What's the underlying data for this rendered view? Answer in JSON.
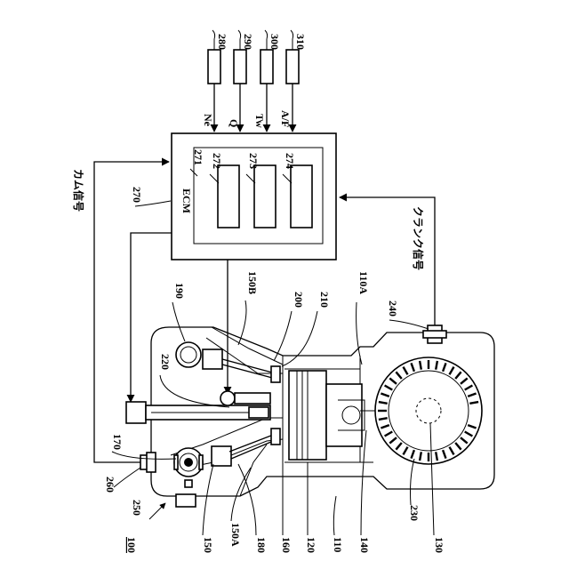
{
  "labels": {
    "sensor_280": "280",
    "sensor_290": "290",
    "sensor_300": "300",
    "sensor_310": "310",
    "sig_ne": "Ne",
    "sig_q": "Q",
    "sig_tw": "Tw",
    "sig_af": "A/F",
    "ecm_block": "271",
    "ecm_272": "272",
    "ecm_273": "273",
    "ecm_274": "274",
    "ecm_text": "ECM",
    "ecm_ref": "270",
    "cam_signal": "カム信号",
    "crank_signal": "クランク信号",
    "ref_190": "190",
    "ref_150b": "150B",
    "ref_200": "200",
    "ref_210": "210",
    "ref_110a": "110A",
    "ref_240": "240",
    "ref_220": "220",
    "ref_170": "170",
    "ref_260": "260",
    "ref_250": "250",
    "ref_100": "100",
    "ref_150": "150",
    "ref_150a": "150A",
    "ref_180": "180",
    "ref_160": "160",
    "ref_120": "120",
    "ref_110": "110",
    "ref_140": "140",
    "ref_230": "230",
    "ref_130": "130"
  }
}
